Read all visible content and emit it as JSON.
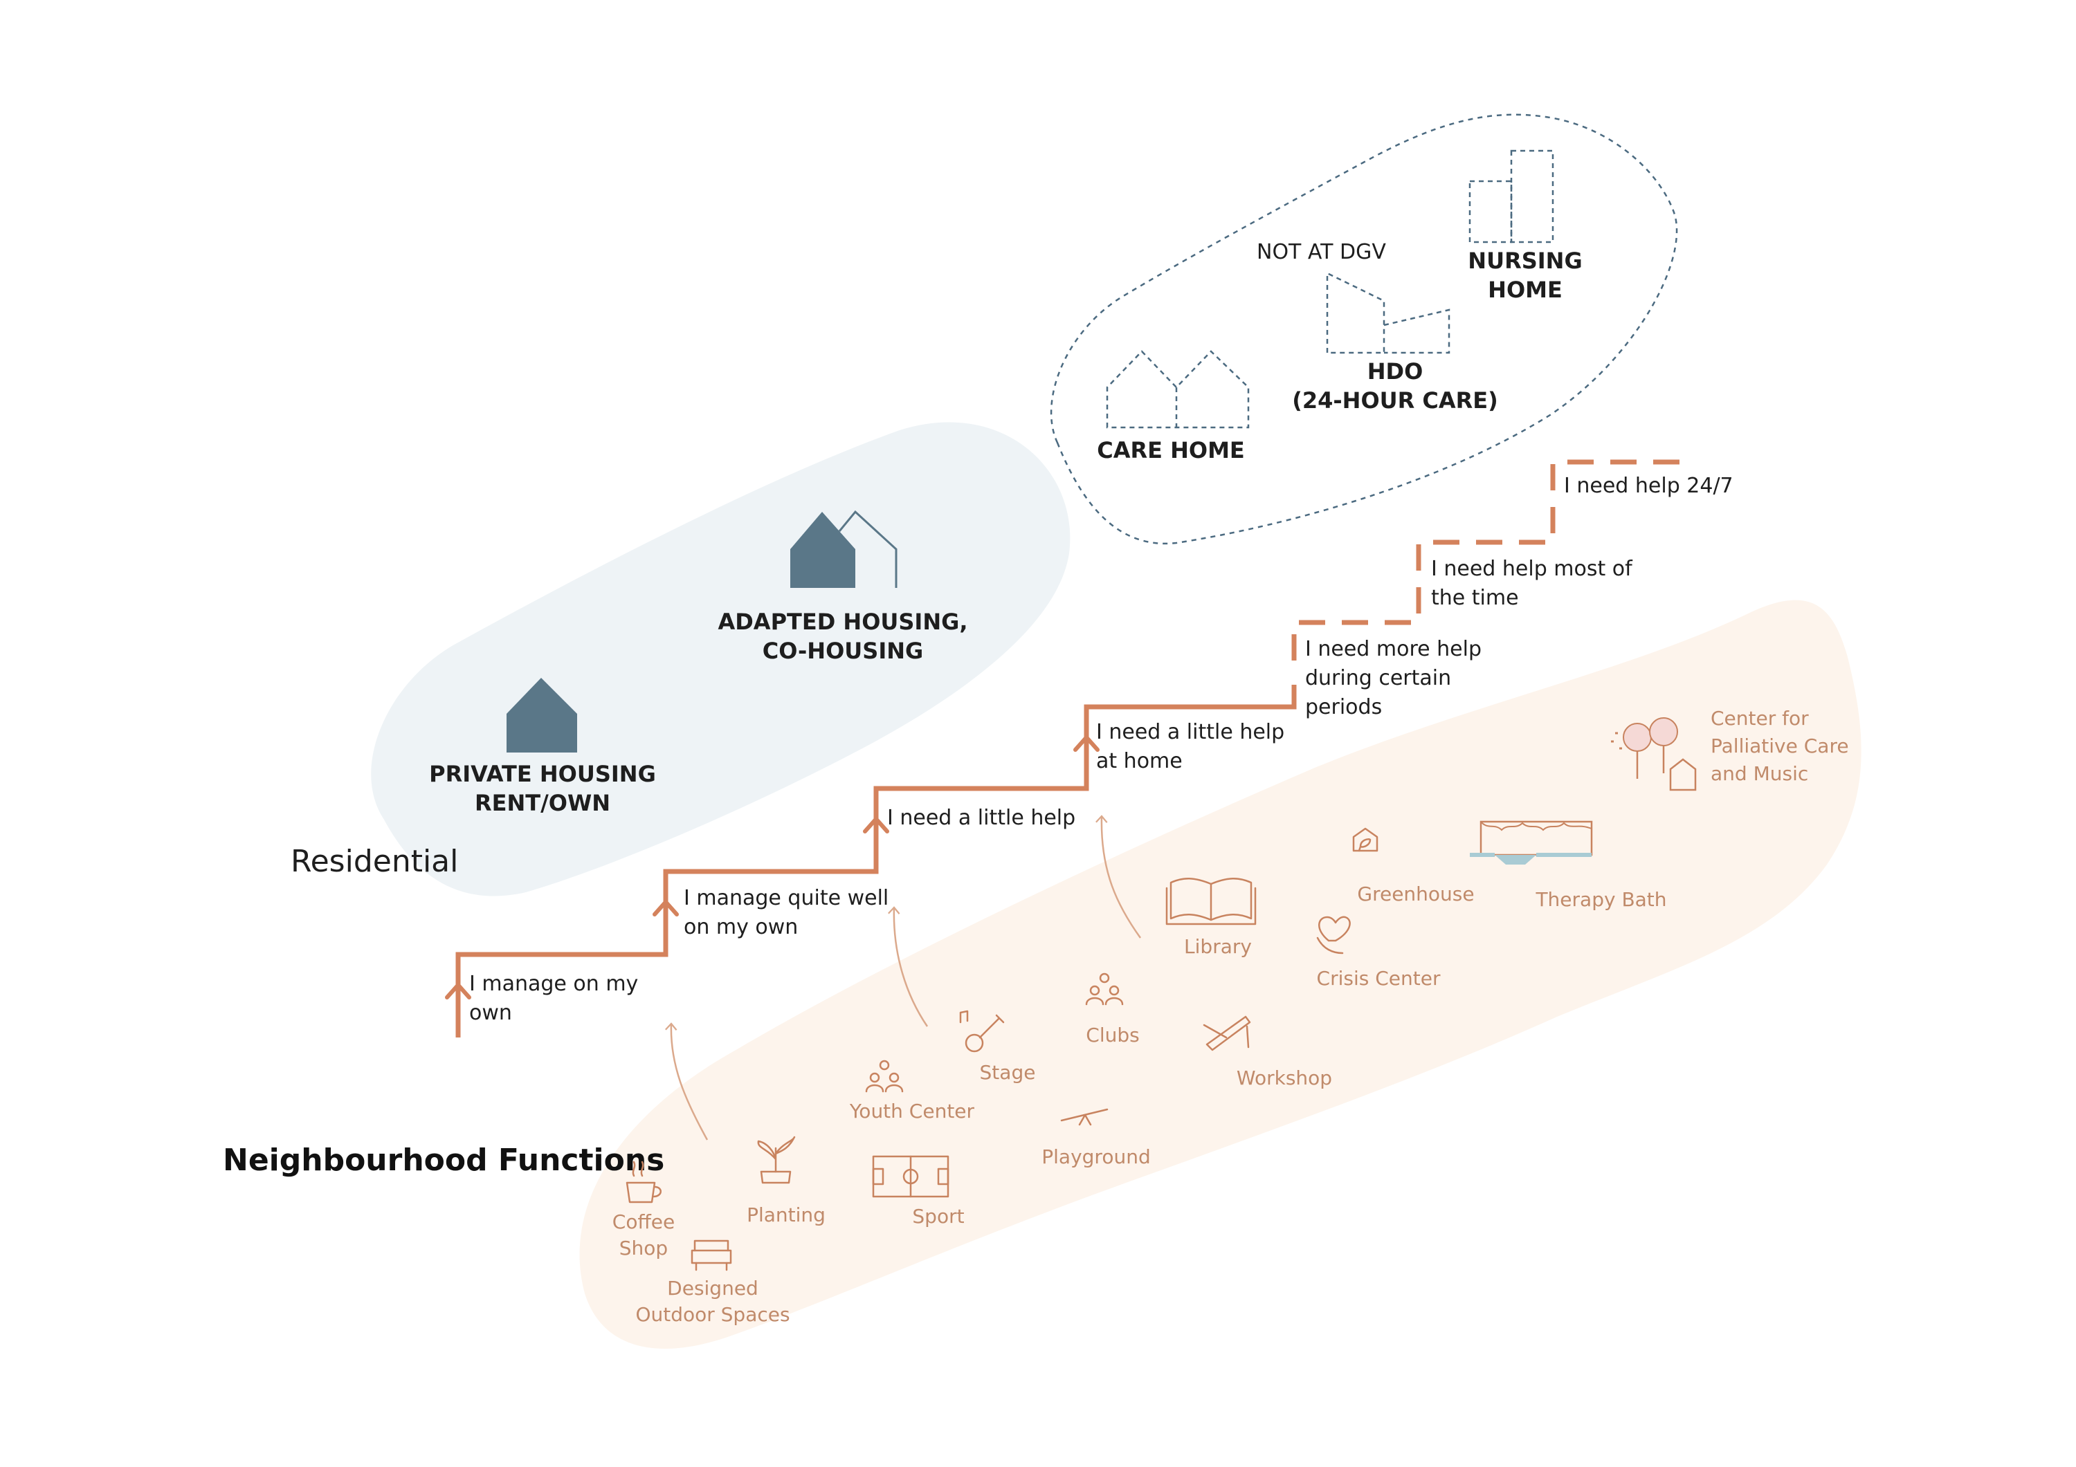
{
  "sections": {
    "residential": "Residential",
    "neighbourhood": "Neighbourhood Functions"
  },
  "housing": {
    "private": [
      "PRIVATE HOUSING",
      "RENT/OWN"
    ],
    "adapted": [
      "ADAPTED HOUSING,",
      "CO-HOUSING"
    ],
    "care_home": "CARE HOME",
    "hdo": [
      "HDO",
      "(24-HOUR CARE)"
    ],
    "nursing": [
      "NURSING",
      "HOME"
    ],
    "not_at_dgv": "NOT AT DGV"
  },
  "steps": [
    [
      "I manage on my",
      "own"
    ],
    [
      "I manage quite well",
      "on my own"
    ],
    [
      "I need a little help"
    ],
    [
      "I need a little help",
      "at home"
    ],
    [
      "I need more help",
      "during certain",
      "periods"
    ],
    [
      "I need help most of",
      "the time"
    ],
    [
      "I need help 24/7"
    ]
  ],
  "functions": {
    "coffee_shop": [
      "Coffee",
      "Shop"
    ],
    "designed_outdoor": [
      "Designed",
      "Outdoor Spaces"
    ],
    "planting": "Planting",
    "sport": "Sport",
    "youth_center": "Youth Center",
    "stage": "Stage",
    "playground": "Playground",
    "clubs": "Clubs",
    "workshop": "Workshop",
    "library": "Library",
    "crisis_center": "Crisis Center",
    "greenhouse": "Greenhouse",
    "therapy_bath": "Therapy Bath",
    "palliative": [
      "Center for",
      "Palliative Care",
      "and Music"
    ]
  },
  "colors": {
    "residential_blob": "#eef3f6",
    "neighbourhood_blob": "#fdf4ec",
    "house_fill": "#5a7788",
    "care_dashed": "#4b6a80",
    "stair": "#d4825c",
    "function_icon": "#c8835f",
    "function_text": "#c08a6a"
  },
  "icons": [
    "house-icon",
    "cohousing-icon",
    "care-home-icon",
    "hdo-icon",
    "nursing-home-icon",
    "coffee-cup-icon",
    "bench-icon",
    "plant-icon",
    "sport-field-icon",
    "people-group-icon",
    "guitar-icon",
    "seesaw-icon",
    "book-icon",
    "tools-icon",
    "heart-hand-icon",
    "greenhouse-icon",
    "bath-icon",
    "trees-icon"
  ]
}
